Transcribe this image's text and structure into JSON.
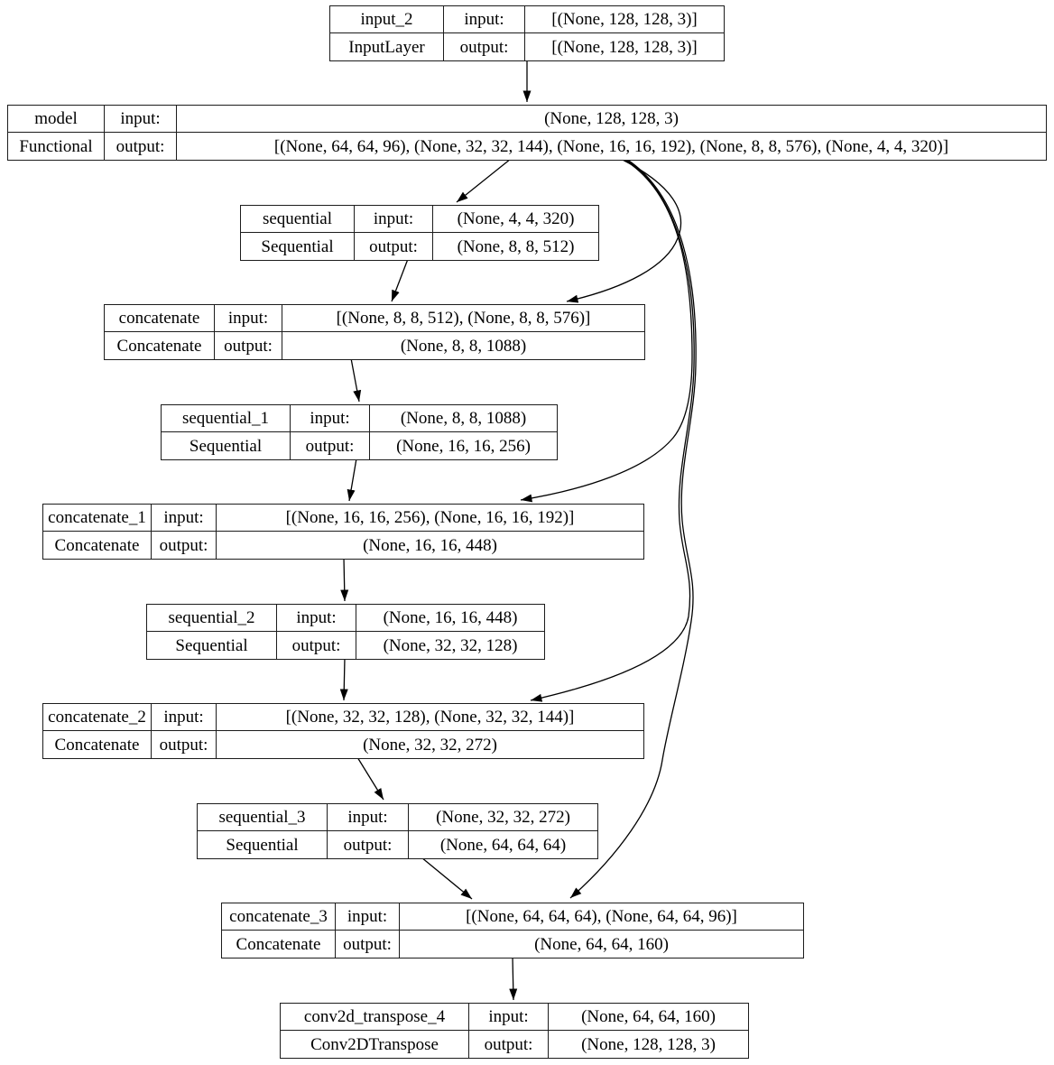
{
  "labels": {
    "input_label": "input:",
    "output_label": "output:"
  },
  "colors": {
    "background": "#ffffff",
    "line": "#000000",
    "text": "#000000"
  },
  "nodes": [
    {
      "name": "input_2",
      "type": "InputLayer",
      "input_shape": "[(None, 128, 128, 3)]",
      "output_shape": "[(None, 128, 128, 3)]"
    },
    {
      "name": "model",
      "type": "Functional",
      "input_shape": "(None, 128, 128, 3)",
      "output_shape": "[(None, 64, 64, 96), (None, 32, 32, 144), (None, 16, 16, 192), (None, 8, 8, 576), (None, 4, 4, 320)]"
    },
    {
      "name": "sequential",
      "type": "Sequential",
      "input_shape": "(None, 4, 4, 320)",
      "output_shape": "(None, 8, 8, 512)"
    },
    {
      "name": "concatenate",
      "type": "Concatenate",
      "input_shape": "[(None, 8, 8, 512), (None, 8, 8, 576)]",
      "output_shape": "(None, 8, 8, 1088)"
    },
    {
      "name": "sequential_1",
      "type": "Sequential",
      "input_shape": "(None, 8, 8, 1088)",
      "output_shape": "(None, 16, 16, 256)"
    },
    {
      "name": "concatenate_1",
      "type": "Concatenate",
      "input_shape": "[(None, 16, 16, 256), (None, 16, 16, 192)]",
      "output_shape": "(None, 16, 16, 448)"
    },
    {
      "name": "sequential_2",
      "type": "Sequential",
      "input_shape": "(None, 16, 16, 448)",
      "output_shape": "(None, 32, 32, 128)"
    },
    {
      "name": "concatenate_2",
      "type": "Concatenate",
      "input_shape": "[(None, 32, 32, 128), (None, 32, 32, 144)]",
      "output_shape": "(None, 32, 32, 272)"
    },
    {
      "name": "sequential_3",
      "type": "Sequential",
      "input_shape": "(None, 32, 32, 272)",
      "output_shape": "(None, 64, 64, 64)"
    },
    {
      "name": "concatenate_3",
      "type": "Concatenate",
      "input_shape": "[(None, 64, 64, 64), (None, 64, 64, 96)]",
      "output_shape": "(None, 64, 64, 160)"
    },
    {
      "name": "conv2d_transpose_4",
      "type": "Conv2DTranspose",
      "input_shape": "(None, 64, 64, 160)",
      "output_shape": "(None, 128, 128, 3)"
    }
  ],
  "edges": [
    {
      "from": "input_2",
      "to": "model"
    },
    {
      "from": "model",
      "to": "sequential"
    },
    {
      "from": "model",
      "to": "concatenate"
    },
    {
      "from": "model",
      "to": "concatenate_1"
    },
    {
      "from": "model",
      "to": "concatenate_2"
    },
    {
      "from": "model",
      "to": "concatenate_3"
    },
    {
      "from": "sequential",
      "to": "concatenate"
    },
    {
      "from": "concatenate",
      "to": "sequential_1"
    },
    {
      "from": "sequential_1",
      "to": "concatenate_1"
    },
    {
      "from": "concatenate_1",
      "to": "sequential_2"
    },
    {
      "from": "sequential_2",
      "to": "concatenate_2"
    },
    {
      "from": "concatenate_2",
      "to": "sequential_3"
    },
    {
      "from": "sequential_3",
      "to": "concatenate_3"
    },
    {
      "from": "concatenate_3",
      "to": "conv2d_transpose_4"
    }
  ]
}
